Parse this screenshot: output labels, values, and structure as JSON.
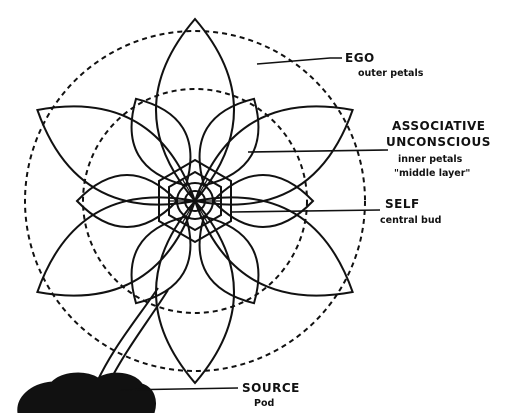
{
  "labels": {
    "ego": {
      "title": "EGO",
      "sub1": "outer petals"
    },
    "associative": {
      "title1": "ASSOCIATIVE",
      "title2": "UNCONSCIOUS",
      "sub1": "inner petals",
      "sub2": "\"middle layer\""
    },
    "self": {
      "title": "SELF",
      "sub1": "central bud"
    },
    "source": {
      "title": "SOURCE",
      "sub1": "Pod"
    }
  },
  "colors": {
    "ink": "#111111",
    "background": "#ffffff"
  }
}
